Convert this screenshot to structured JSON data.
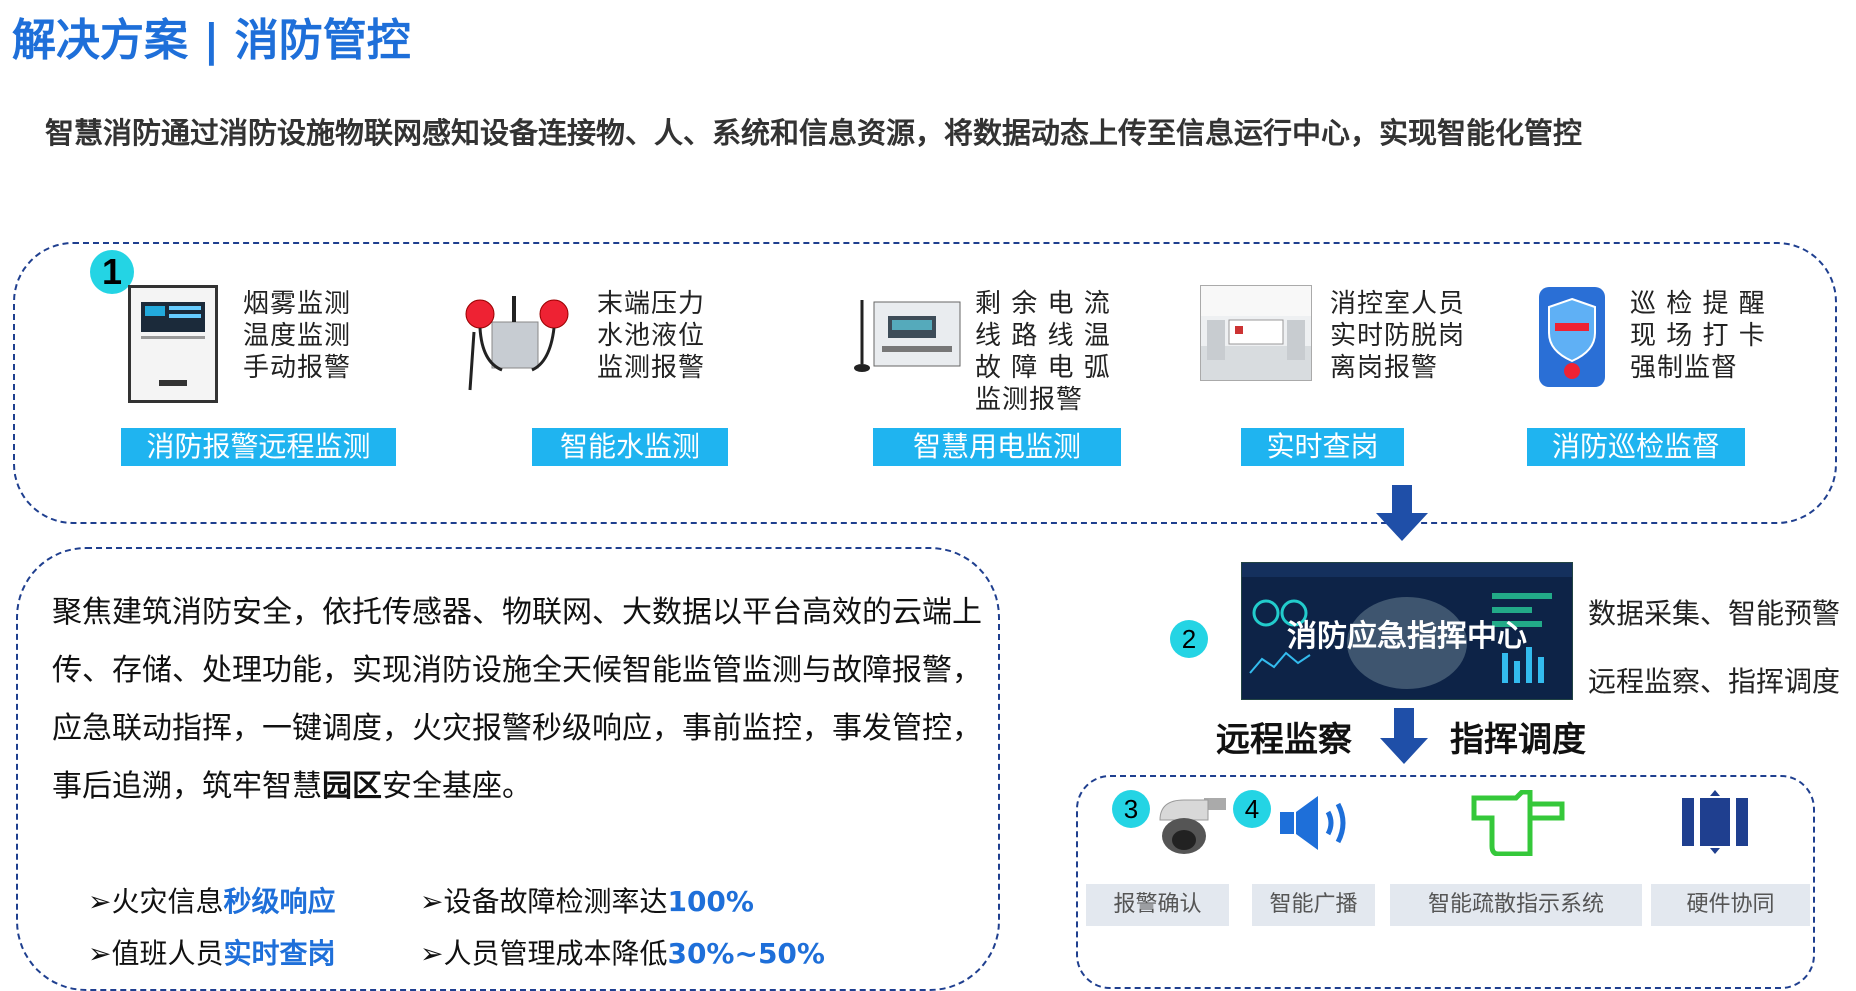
{
  "header": {
    "title": "解决方案 | 消防管控",
    "subtitle": "智慧消防通过消防设施物联网感知设备连接物、人、系统和信息资源，将数据动态上传至信息运行中心，实现智能化管控"
  },
  "modules": [
    {
      "number": "1",
      "lines": "烟雾监测\n温度监测\n手动报警",
      "label": "消防报警远程监测",
      "icon": "fire-alarm-panel-image"
    },
    {
      "lines": "末端压力\n水池液位\n监测报警",
      "label": "智能水监测",
      "icon": "pressure-sensor-image"
    },
    {
      "lines": "剩 余 电 流\n线 路 线 温\n故 障 电 弧\n监测报警",
      "label": "智慧用电监测",
      "icon": "electrical-monitor-image"
    },
    {
      "lines": "消控室人员\n实时防脱岗\n离岗报警",
      "label": "实时查岗",
      "icon": "control-room-image"
    },
    {
      "lines": "巡 检 提 醒\n现 场 打 卡\n强制监督",
      "label": "消防巡检监督",
      "icon": "patrol-button-image"
    }
  ],
  "description": {
    "text_before": "聚焦建筑消防安全，依托传感器、物联网、大数据以平台高效的云端上传、存储、处理功能，实现消防设施全天候智能监管监测与故障报警，应急联动指挥，一键调度，火灾报警秒级响应，事前监控，事发管控，事后追溯，筑牢智慧",
    "bold": "园区",
    "text_after": "安全基座。"
  },
  "bullets": [
    {
      "prefix": "➢火灾信息",
      "highlight": "秒级响应"
    },
    {
      "prefix": "➢设备故障检测率达",
      "highlight": "100%"
    },
    {
      "prefix": "➢值班人员",
      "highlight": "实时查岗"
    },
    {
      "prefix": "➢人员管理成本降低",
      "highlight": "30%~50%"
    }
  ],
  "center": {
    "number": "2",
    "title": "消防应急指挥中心",
    "side_line1": "数据采集、智能预警",
    "side_line2": "远程监察、指挥调度",
    "left_label": "远程监察",
    "right_label": "指挥调度"
  },
  "functions": [
    {
      "number": "3",
      "label": "报警确认",
      "icon": "camera-icon"
    },
    {
      "number": "4",
      "label": "智能广播",
      "icon": "speaker-icon"
    },
    {
      "label": "智能疏散指示系统",
      "icon": "pointing-hand-icon"
    },
    {
      "label": "硬件协同",
      "icon": "hardware-sync-icon"
    }
  ],
  "colors": {
    "accent": "#1e6fd9",
    "label_bg": "#1fb4f0",
    "badge": "#24d4e4",
    "arrow": "#1f4fa8"
  }
}
